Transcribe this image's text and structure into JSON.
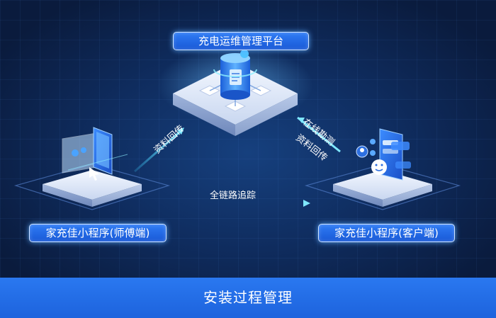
{
  "nodes": {
    "platform": "充电运维管理平台",
    "master_app": "家充佳小程序(师傅端)",
    "customer_app": "家充佳小程序(客户端)"
  },
  "edges": {
    "master_to_platform": "资料回传",
    "platform_to_customer": "在线勘测",
    "customer_to_platform": "资料回传",
    "master_to_customer": "全链路追踪"
  },
  "footer": {
    "title": "安装过程管理"
  },
  "colors": {
    "background": "#0f2c5e",
    "accent_blue": "#1e63dd",
    "glow": "#5aaaff"
  }
}
